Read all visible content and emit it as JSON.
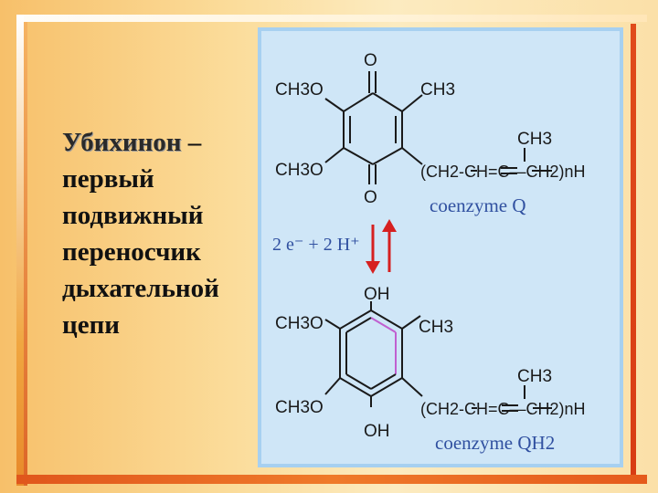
{
  "slide": {
    "title_term": "Убихинон",
    "title_dash": " –",
    "title_lines": [
      "первый",
      "подвижный",
      "переносчик",
      "дыхательной",
      "цепи"
    ]
  },
  "diagram": {
    "quinone": {
      "top_O": "O",
      "bottom_O": "O",
      "methoxy_upper": "CH3O",
      "methoxy_lower": "CH3O",
      "methyl": "CH3",
      "chain": "(CH2-CH=C—CH2)nH",
      "chain_branch": "CH3",
      "name": "coenzyme Q"
    },
    "reaction": {
      "label": "2 e⁻ + 2 H⁺"
    },
    "quinol": {
      "top_OH": "OH",
      "bottom_OH": "OH",
      "methoxy_upper": "CH3O",
      "methoxy_lower": "CH3O",
      "methyl": "CH3",
      "chain": "(CH2-CH=C—CH2)nH",
      "chain_branch": "CH3",
      "name": "coenzyme QH2"
    },
    "colors": {
      "panel_bg": "#cfe6f7",
      "arrow": "#d62020",
      "ring_inner": "#c060d0"
    }
  }
}
